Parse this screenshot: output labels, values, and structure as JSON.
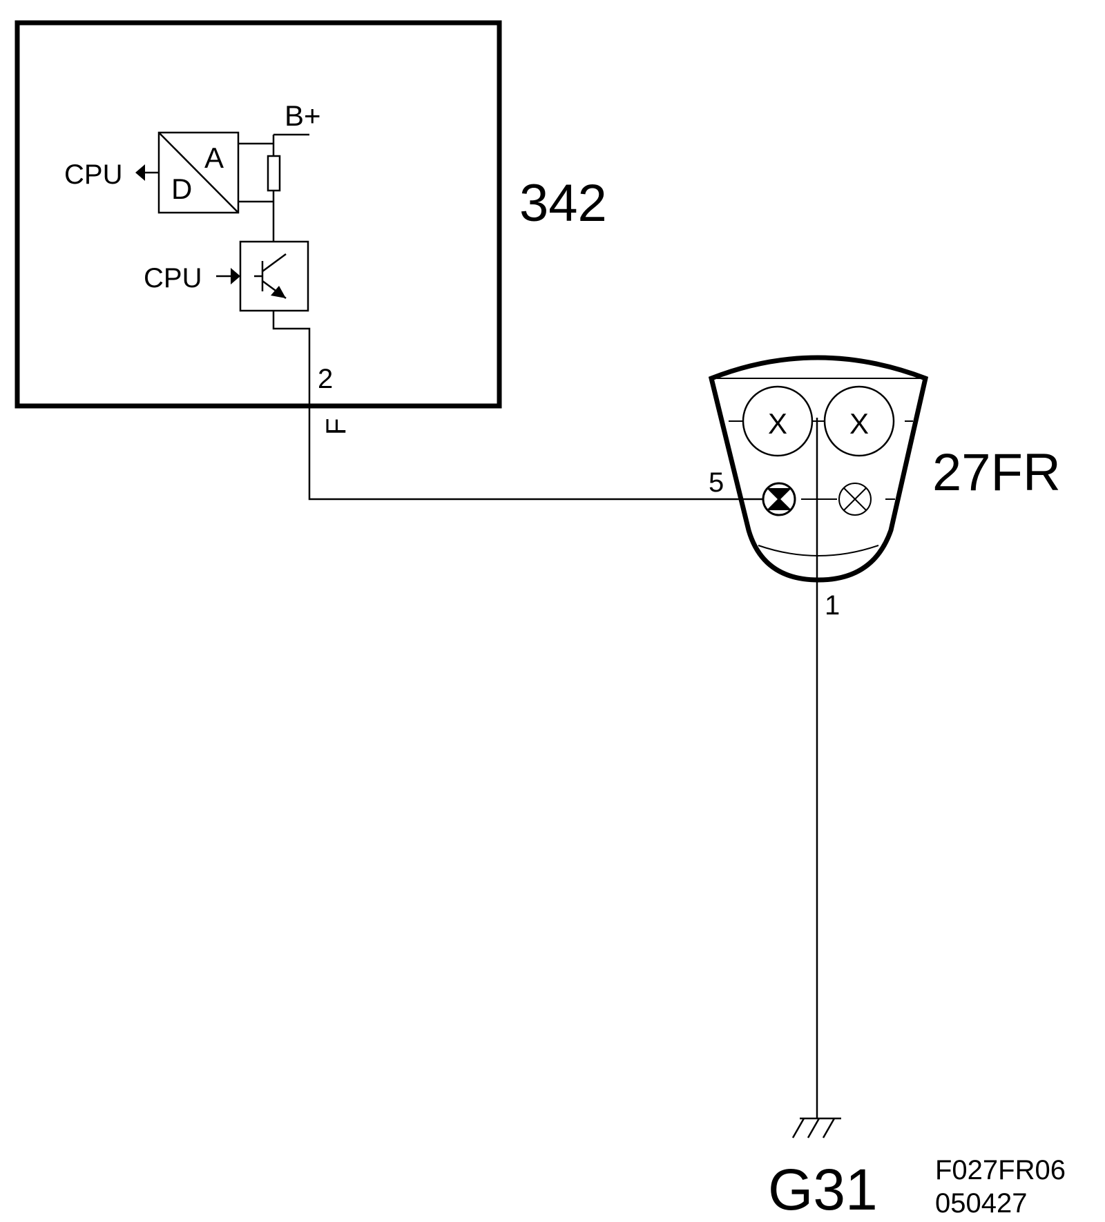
{
  "labels": {
    "module_id": "342",
    "connector_id": "27FR",
    "ground_id": "G31",
    "supply": "B+",
    "cpu_out": "CPU",
    "cpu_in": "CPU",
    "adc_a": "A",
    "adc_d": "D",
    "pin_module": "2",
    "pin_connector_5": "5",
    "pin_connector_1": "1",
    "wire_letter": "F",
    "lamp_top_left": "X",
    "lamp_top_right": "X",
    "figure_code": "F027FR06",
    "figure_date": "050427"
  }
}
